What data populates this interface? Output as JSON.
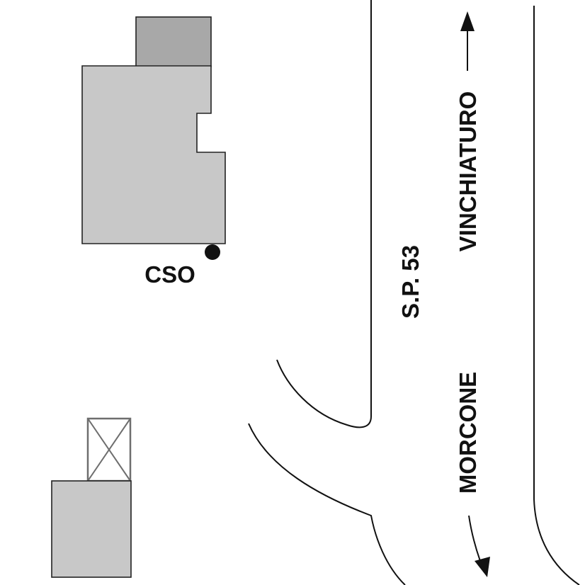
{
  "labels": {
    "cso": "CSO",
    "road_name": "S.P. 53",
    "direction_north": "VINCHIATURO",
    "direction_south": "MORCONE"
  },
  "colors": {
    "building_light": "#c8c8c8",
    "building_dark": "#a8a8a8",
    "outline": "#222222",
    "crossed_box": "#6e6e6e",
    "ink": "#111111",
    "background": "#ffffff"
  },
  "icons": [
    "station-marker-icon",
    "north-arrow-icon",
    "south-arrow-icon"
  ]
}
